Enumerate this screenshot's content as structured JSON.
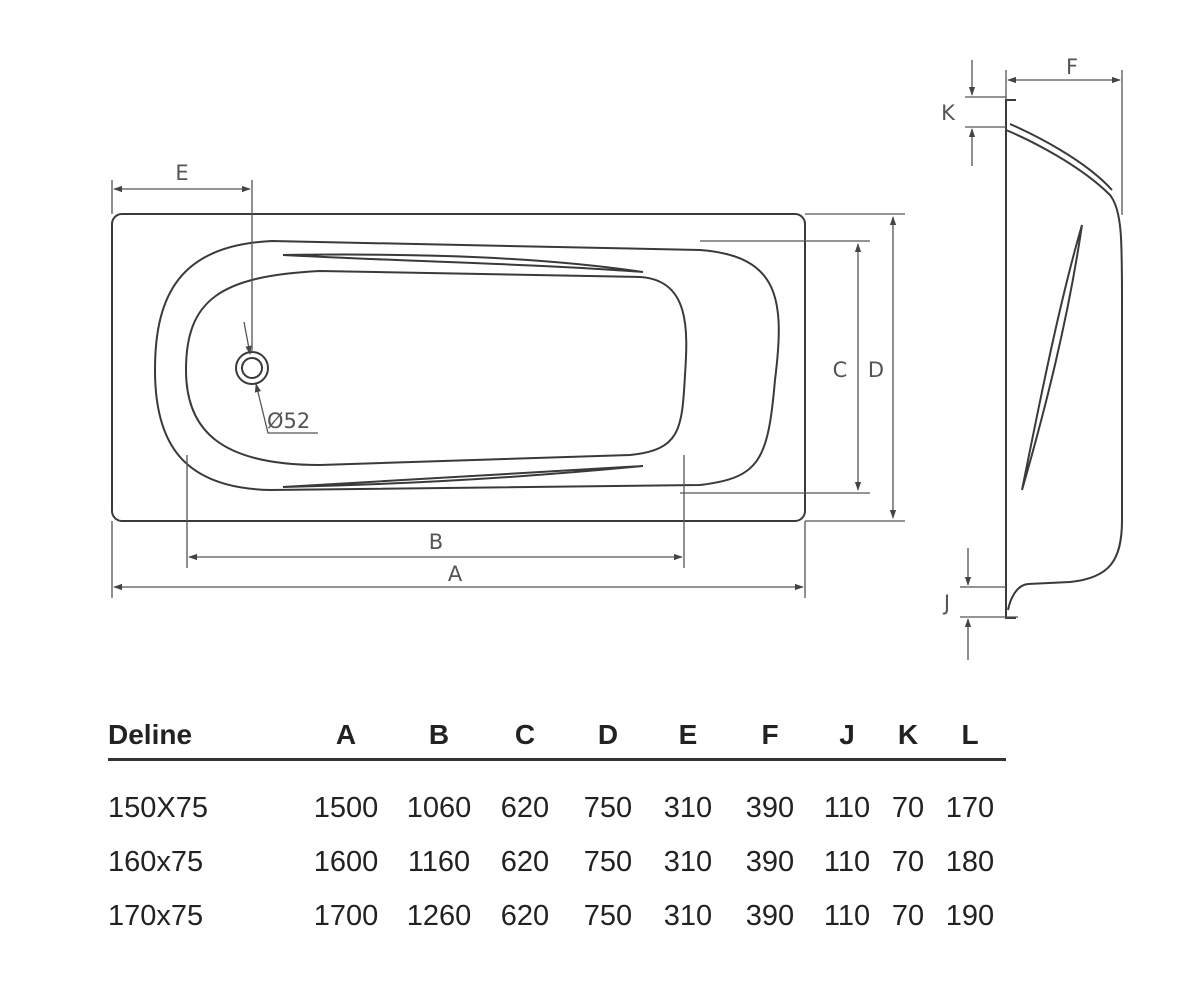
{
  "drawing": {
    "labels": {
      "a": "A",
      "b": "B",
      "c": "C",
      "d": "D",
      "e": "E",
      "f": "F",
      "j": "J",
      "k": "K",
      "drain": "Ø52"
    },
    "line_color": "#3a3a3a",
    "dim_color": "#555555"
  },
  "table": {
    "headers": [
      "Deline",
      "A",
      "B",
      "C",
      "D",
      "E",
      "F",
      "J",
      "K",
      "L"
    ],
    "rows": [
      [
        "150X75",
        "1500",
        "1060",
        "620",
        "750",
        "310",
        "390",
        "110",
        "70",
        "170"
      ],
      [
        "160x75",
        "1600",
        "1160",
        "620",
        "750",
        "310",
        "390",
        "110",
        "70",
        "180"
      ],
      [
        "170x75",
        "1700",
        "1260",
        "620",
        "750",
        "310",
        "390",
        "110",
        "70",
        "190"
      ]
    ]
  }
}
